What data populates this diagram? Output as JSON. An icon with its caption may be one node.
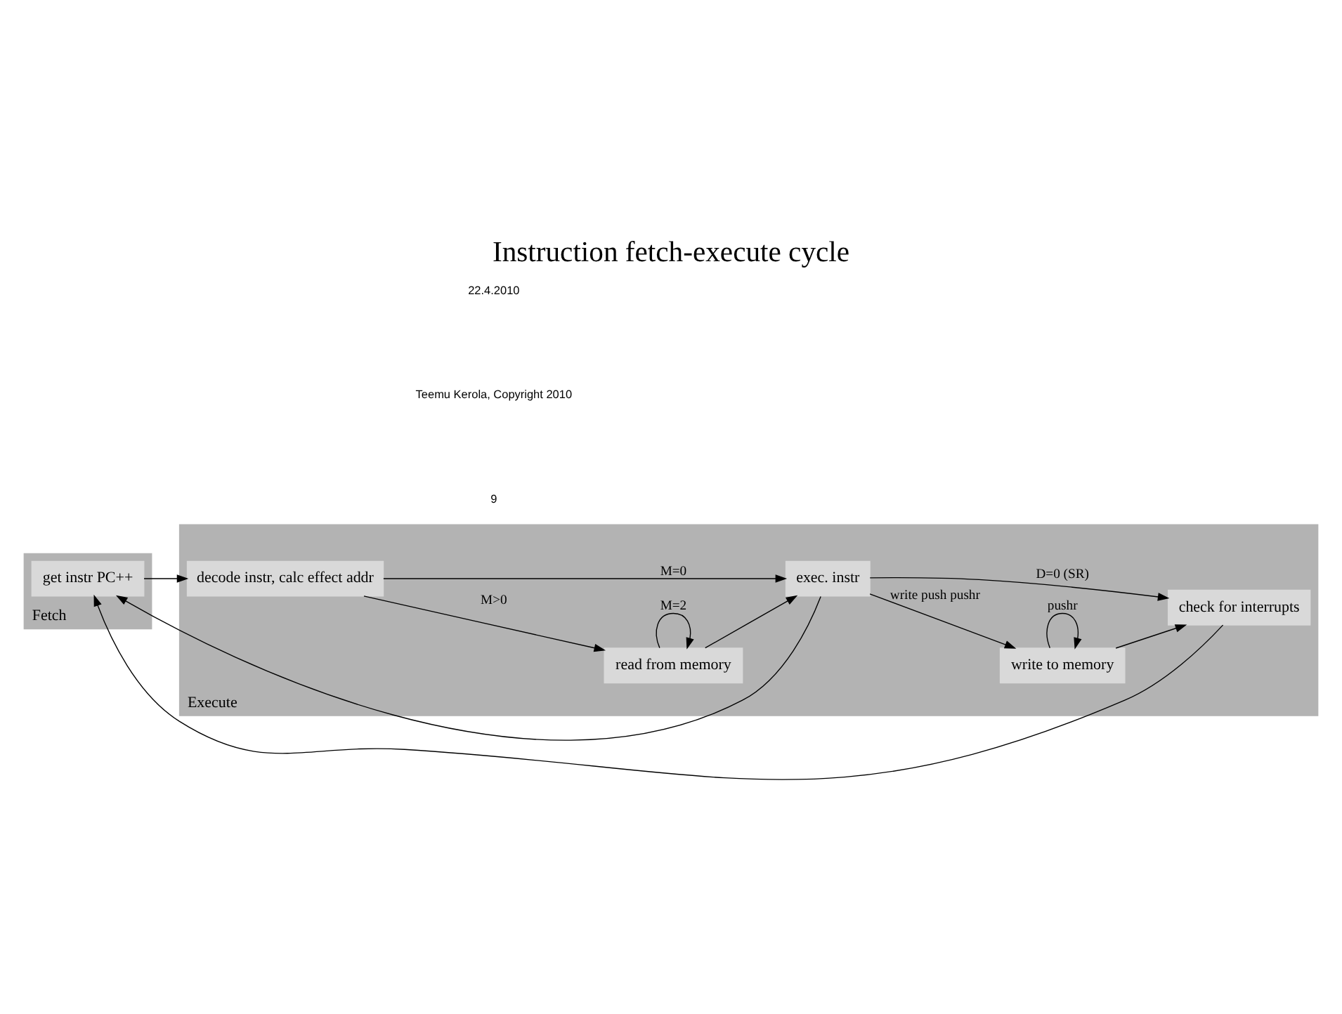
{
  "diagram": {
    "title": "Instruction fetch-execute cycle",
    "nodes": [
      {
        "text": [
          "Fetch"
        ]
      },
      {
        "text": [
          "get instr PC++"
        ],
        "in": 0
      },
      {
        "text": [
          "Execute"
        ]
      },
      {
        "text": [
          "decode instr, calc effect addr"
        ],
        "in": 2
      },
      {
        "text": [
          "read from memory"
        ],
        "in": 2
      },
      {
        "text": [
          "exec. instr"
        ],
        "in": 2
      },
      {
        "text": [
          "write to memory"
        ],
        "in": 2
      },
      {
        "text": [
          "check for interrupts"
        ],
        "in": 2
      }
    ],
    "edges": [
      {
        "from": 1,
        "to": 3,
        "arrow": "to"
      },
      {
        "from": 3,
        "to": 4,
        "arrow": "to",
        "label": "M>0"
      },
      {
        "from": 4,
        "to": 4,
        "arrow": "to",
        "label": "M=2"
      },
      {
        "from": 3,
        "to": 5,
        "arrow": "to",
        "label": "M=0"
      },
      {
        "from": 4,
        "to": 5,
        "arrow": "to"
      },
      {
        "from": 5,
        "to": 6,
        "arrow": "to",
        "label": "write push pushr"
      },
      {
        "from": 6,
        "to": 6,
        "arrow": "to",
        "label": "pushr"
      },
      {
        "from": 6,
        "to": 7,
        "arrow": "to"
      },
      {
        "from": 5,
        "to": 7,
        "arrow": "to",
        "label": "D=0 (SR)"
      },
      {
        "from": 5,
        "to": 1,
        "arrow": "to"
      },
      {
        "from": 7,
        "to": 1,
        "arrow": "to"
      }
    ],
    "labels": [
      "22.4.2010",
      "Teemu Kerola, Copyright 2010",
      "9"
    ]
  }
}
